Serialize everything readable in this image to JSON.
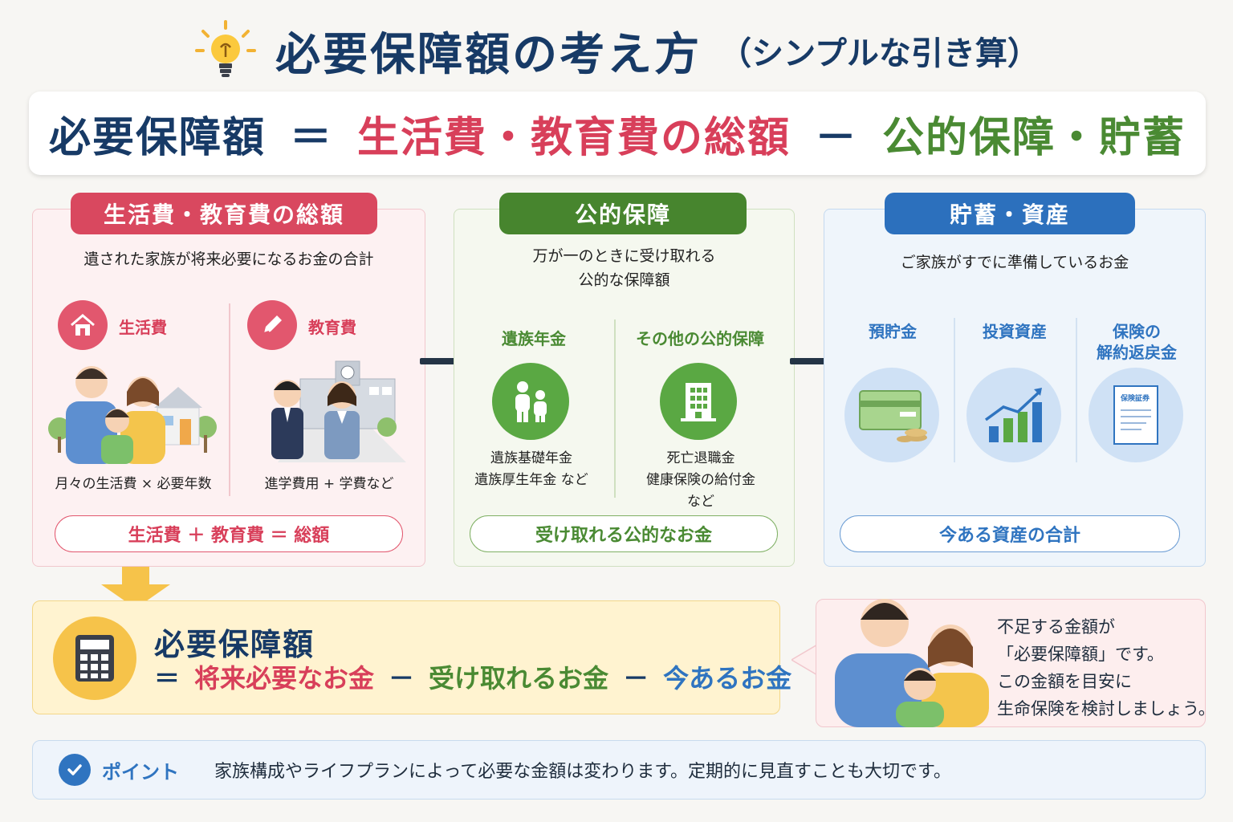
{
  "title": {
    "main": "必要保障額の考え方",
    "sub": "（シンプルな引き算）"
  },
  "formula": {
    "left": "必要保障額",
    "equals": "＝",
    "middle": "生活費・教育費の総額",
    "minus": "－",
    "right": "公的保障・貯蓄"
  },
  "panel_living": {
    "header": "生活費・教育費の総額",
    "description": "遺された家族が将来必要になるお金の合計",
    "items": [
      {
        "label": "生活費",
        "caption": "月々の生活費 × 必要年数"
      },
      {
        "label": "教育費",
        "caption": "進学費用 + 学費など"
      }
    ],
    "footer": "生活費 ＋ 教育費 ＝ 総額"
  },
  "panel_public": {
    "header": "公的保障",
    "description_line1": "万が一のときに受け取れる",
    "description_line2": "公的な保障額",
    "items": [
      {
        "label": "遺族年金",
        "caption_line1": "遺族基礎年金",
        "caption_line2": "遺族厚生年金 など",
        "caption_line3": ""
      },
      {
        "label": "その他の公的保障",
        "caption_line1": "死亡退職金",
        "caption_line2": "健康保険の給付金",
        "caption_line3": "など"
      }
    ],
    "footer": "受け取れる公的なお金"
  },
  "panel_savings": {
    "header": "貯蓄・資産",
    "description": "ご家族がすでに準備しているお金",
    "items": [
      {
        "label_line1": "預貯金",
        "label_line2": ""
      },
      {
        "label_line1": "投資資産",
        "label_line2": ""
      },
      {
        "label_line1": "保険の",
        "label_line2": "解約返戻金"
      }
    ],
    "certificate_text": "保険証券",
    "footer": "今ある資産の合計"
  },
  "result": {
    "title": "必要保障額",
    "equals": "＝",
    "part1": "将来必要なお金",
    "minus1": "－",
    "part2": "受け取れるお金",
    "minus2": "－",
    "part3": "今あるお金"
  },
  "speech": {
    "line1": "不足する金額が",
    "line2": "「必要保障額」です。",
    "line3": "この金額を目安に",
    "line4": "生命保険を検討しましょう。"
  },
  "point": {
    "label": "ポイント",
    "text": "家族構成やライフプランによって必要な金額は変わります。定期的に見直すことも大切です。"
  },
  "colors": {
    "navy": "#173a66",
    "red": "#d83f5a",
    "green": "#4a8a33",
    "blue": "#2f74c0"
  }
}
